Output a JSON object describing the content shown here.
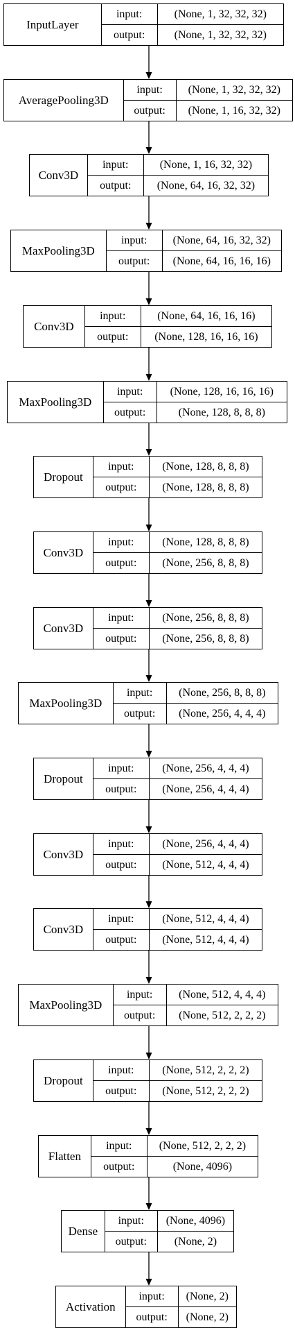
{
  "labels": {
    "input": "input:",
    "output": "output:"
  },
  "layers": [
    {
      "name": "InputLayer",
      "input": "(None, 1, 32, 32, 32)",
      "output": "(None, 1, 32, 32, 32)"
    },
    {
      "name": "AveragePooling3D",
      "input": "(None, 1, 32, 32, 32)",
      "output": "(None, 1, 16, 32, 32)"
    },
    {
      "name": "Conv3D",
      "input": "(None, 1, 16, 32, 32)",
      "output": "(None, 64, 16, 32, 32)"
    },
    {
      "name": "MaxPooling3D",
      "input": "(None, 64, 16, 32, 32)",
      "output": "(None, 64, 16, 16, 16)"
    },
    {
      "name": "Conv3D",
      "input": "(None, 64, 16, 16, 16)",
      "output": "(None, 128, 16, 16, 16)"
    },
    {
      "name": "MaxPooling3D",
      "input": "(None, 128, 16, 16, 16)",
      "output": "(None, 128, 8, 8, 8)"
    },
    {
      "name": "Dropout",
      "input": "(None, 128, 8, 8, 8)",
      "output": "(None, 128, 8, 8, 8)"
    },
    {
      "name": "Conv3D",
      "input": "(None, 128, 8, 8, 8)",
      "output": "(None, 256, 8, 8, 8)"
    },
    {
      "name": "Conv3D",
      "input": "(None, 256, 8, 8, 8)",
      "output": "(None, 256, 8, 8, 8)"
    },
    {
      "name": "MaxPooling3D",
      "input": "(None, 256, 8, 8, 8)",
      "output": "(None, 256, 4, 4, 4)"
    },
    {
      "name": "Dropout",
      "input": "(None, 256, 4, 4, 4)",
      "output": "(None, 256, 4, 4, 4)"
    },
    {
      "name": "Conv3D",
      "input": "(None, 256, 4, 4, 4)",
      "output": "(None, 512, 4, 4, 4)"
    },
    {
      "name": "Conv3D",
      "input": "(None, 512, 4, 4, 4)",
      "output": "(None, 512, 4, 4, 4)"
    },
    {
      "name": "MaxPooling3D",
      "input": "(None, 512, 4, 4, 4)",
      "output": "(None, 512, 2, 2, 2)"
    },
    {
      "name": "Dropout",
      "input": "(None, 512, 2, 2, 2)",
      "output": "(None, 512, 2, 2, 2)"
    },
    {
      "name": "Flatten",
      "input": "(None, 512, 2, 2, 2)",
      "output": "(None, 4096)"
    },
    {
      "name": "Dense",
      "input": "(None, 4096)",
      "output": "(None, 2)"
    },
    {
      "name": "Activation",
      "input": "(None, 2)",
      "output": "(None, 2)"
    }
  ]
}
